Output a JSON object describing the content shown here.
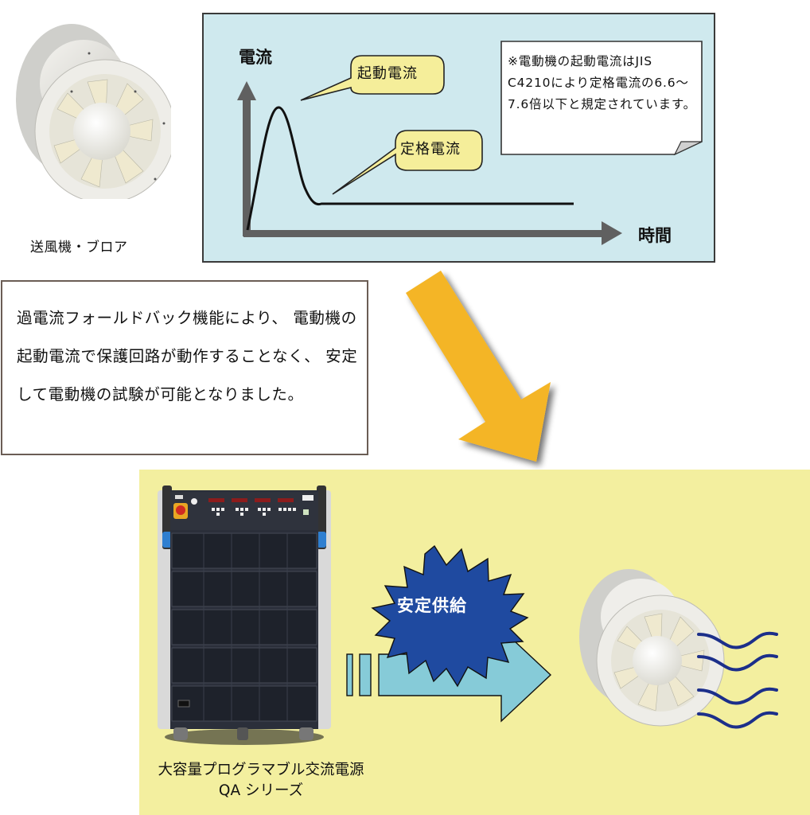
{
  "top_left": {
    "caption": "送風機・ブロア"
  },
  "chart_panel": {
    "ylabel": "電流",
    "xlabel": "時間",
    "bubble_startup": "起動電流",
    "bubble_rated": "定格電流",
    "note": "※電動機の起動電流はJIS C4210により定格電流の6.6〜7.6倍以下と規定されています。"
  },
  "chart_data": {
    "type": "line",
    "title": "",
    "xlabel": "時間",
    "ylabel": "電流",
    "series": [
      {
        "name": "電流",
        "x": [
          0,
          0.5,
          1,
          1.5,
          2,
          2.5,
          3,
          3.5,
          4,
          6,
          8,
          10
        ],
        "values": [
          0,
          4.5,
          7,
          5.5,
          3,
          1.2,
          0.5,
          0.4,
          0.4,
          0.4,
          0.4,
          0.4
        ]
      }
    ],
    "annotations": [
      {
        "text": "起動電流",
        "target": "peak"
      },
      {
        "text": "定格電流",
        "target": "steady state"
      },
      {
        "text": "※電動機の起動電流はJIS C4210により定格電流の6.6〜7.6倍以下と規定されています。"
      }
    ],
    "grid": false,
    "legend": "none"
  },
  "description": {
    "text": "過電流フォールドバック機能により、 電動機の起動電流で保護回路が動作することなく、 安定して電動機の試験が可能となりました。"
  },
  "bottom": {
    "burst_label": "安定供給",
    "psu_caption_line1": "大容量プログラマブル交流電源",
    "psu_caption_line2": "QA シリーズ"
  },
  "colors": {
    "chart_bg": "#cfe9ee",
    "bubble_fill": "#f5ee9a",
    "arrow_orange": "#f4b527",
    "yellow_bg": "#f3ef9f",
    "burst_blue": "#1f4aa0",
    "flow_arrow": "#86cbd8",
    "wind_lines": "#1c2f8a"
  }
}
